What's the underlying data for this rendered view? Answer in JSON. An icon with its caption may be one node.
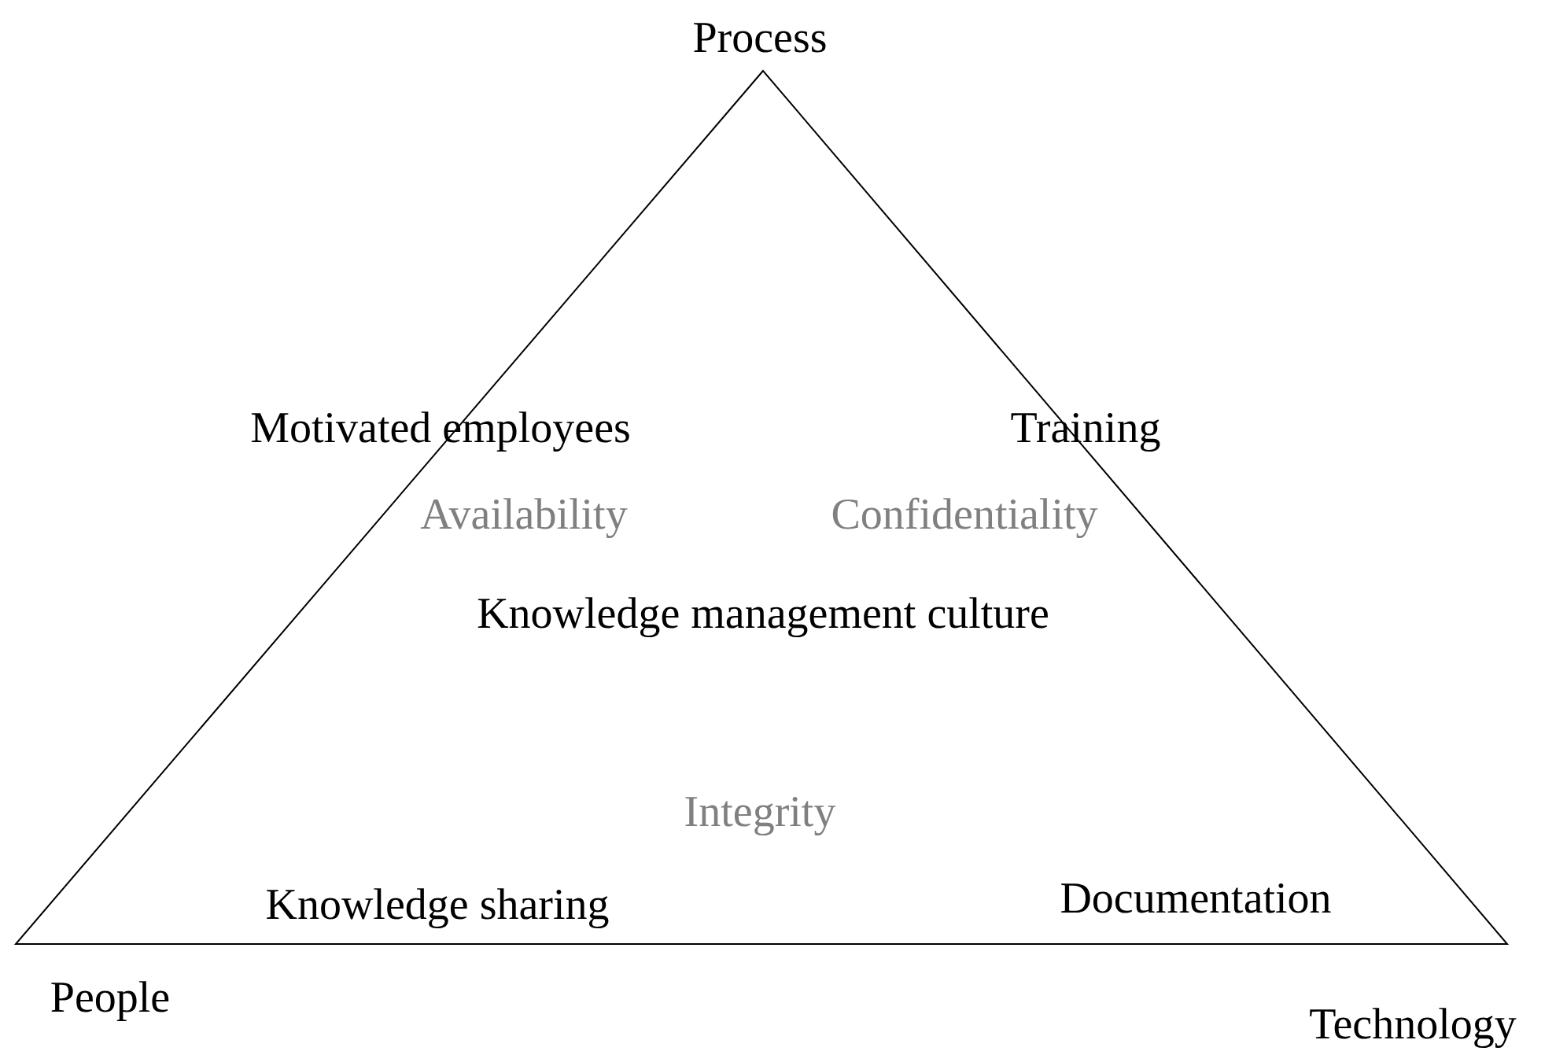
{
  "diagram": {
    "labels": [
      "Process",
      "Motivated employees",
      "Training",
      "Availability",
      "Confidentiality",
      "Knowledge management culture",
      "Integrity",
      "Knowledge sharing",
      "Documentation",
      "People",
      "Technology"
    ]
  }
}
